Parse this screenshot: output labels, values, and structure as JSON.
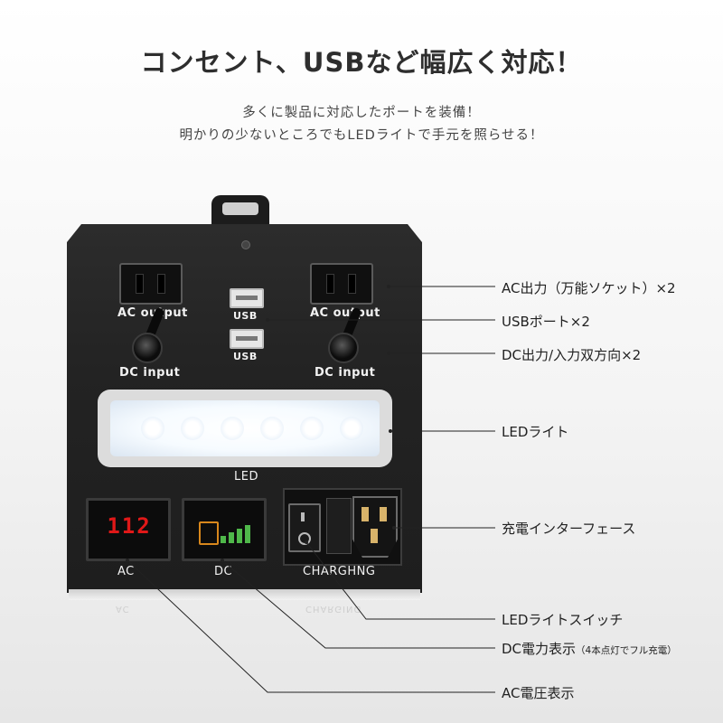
{
  "header": {
    "headline": "コンセント、USBなど幅広く対応！",
    "sub_line_1": "多くに製品に対応したポートを装備！",
    "sub_line_2": "明かりの少ないところでもLEDライトで手元を照らせる！"
  },
  "device": {
    "ac_output_left_label": "AC  output",
    "ac_output_right_label": "AC  output",
    "usb_label_top": "USB",
    "usb_label_bottom": "USB",
    "dc_input_left_label": "DC  input",
    "dc_input_right_label": "DC  input",
    "led_label": "LED",
    "ac_meter_label": "AC",
    "dc_meter_label": "DC",
    "charging_label": "CHARGHNG",
    "ac_meter_reading": "112",
    "dc_meter_bars_lit": 4,
    "dc_meter_bars_total": 4
  },
  "callouts": {
    "ac_outlets": "AC出力（万能ソケット）×2",
    "usb_ports": "USBポート×2",
    "dc_ports": "DC出力/入力双方向×2",
    "led_light": "LEDライト",
    "charging_interface": "充電インターフェース",
    "led_switch": "LEDライトスイッチ",
    "dc_power_display": "DC電力表示",
    "dc_power_display_note": "（4本点灯でフル充電）",
    "ac_voltage_display": "AC電圧表示"
  },
  "colors": {
    "ac_meter_digits": "#e01818",
    "dc_meter_bars": "#4fb84a",
    "battery_outline": "#d8871c"
  }
}
